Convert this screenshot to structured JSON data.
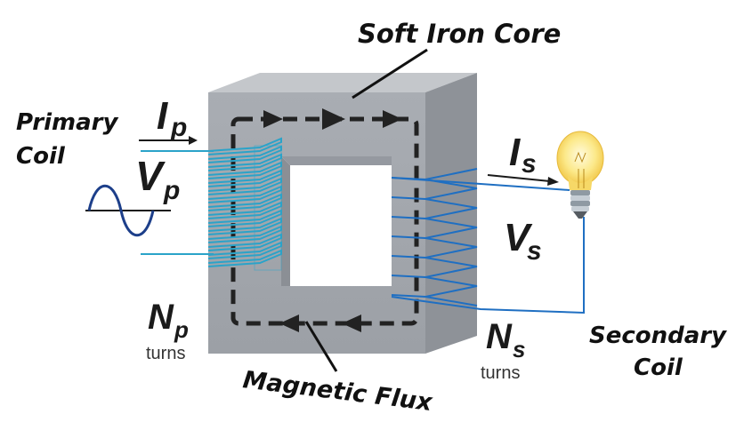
{
  "labels": {
    "core": "Soft Iron Core",
    "primary_line1": "Primary",
    "primary_line2": "Coil",
    "secondary_line1": "Secondary",
    "secondary_line2": "Coil",
    "flux": "Magnetic Flux",
    "turns_primary": "turns",
    "turns_secondary": "turns"
  },
  "symbols": {
    "ip_main": "I",
    "ip_sub": "p",
    "vp_main": "V",
    "vp_sub": "p",
    "is_main": "I",
    "is_sub": "s",
    "vs_main": "V",
    "vs_sub": "s",
    "np_main": "N",
    "np_sub": "p",
    "ns_main": "N",
    "ns_sub": "s"
  },
  "colors": {
    "core_front": "#a9adb3",
    "core_side": "#8e9298",
    "core_top": "#c4c7cb",
    "primary_coil": "#2aa3c9",
    "secondary_coil": "#1f6fc2",
    "wire": "#1f6fc2",
    "sine": "#1d3f8a",
    "flux_path": "#222222"
  },
  "icons": {
    "lamp": "light-bulb-icon",
    "source": "ac-sine-wave-icon"
  }
}
